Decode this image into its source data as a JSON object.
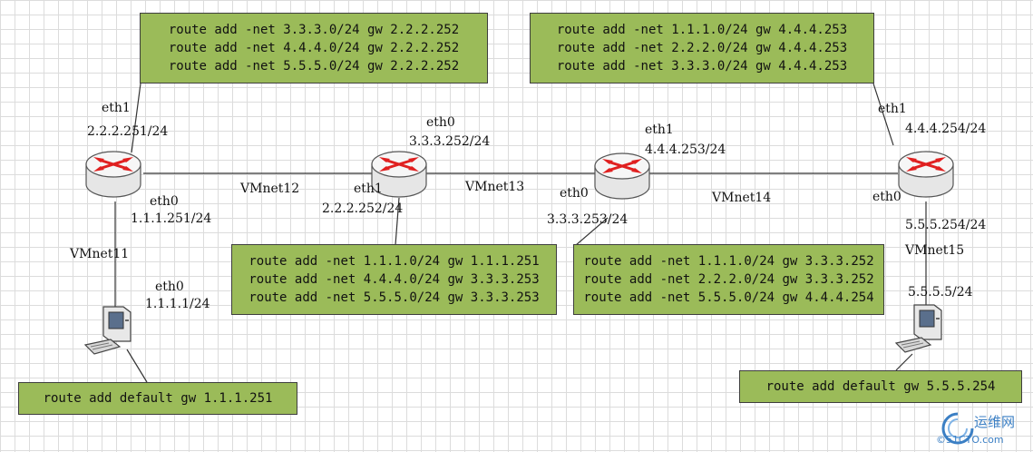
{
  "boxes": {
    "top_left": [
      "route add -net 3.3.3.0/24 gw 2.2.2.252",
      "route add -net 4.4.4.0/24 gw 2.2.2.252",
      "route add -net 5.5.5.0/24 gw 2.2.2.252"
    ],
    "top_right": [
      "route add -net 1.1.1.0/24 gw 4.4.4.253",
      "route add -net 2.2.2.0/24 gw 4.4.4.253",
      "route add -net 3.3.3.0/24 gw 4.4.4.253"
    ],
    "mid_left": [
      "route add -net 1.1.1.0/24 gw 1.1.1.251",
      "route add -net 4.4.4.0/24 gw 3.3.3.253",
      "route add -net 5.5.5.0/24 gw 3.3.3.253"
    ],
    "mid_right": [
      "route add -net 1.1.1.0/24 gw 3.3.3.252",
      "route add -net 2.2.2.0/24 gw 3.3.3.252",
      "route add -net 5.5.5.0/24 gw 4.4.4.254"
    ],
    "bottom_left": [
      "route add default gw 1.1.1.251"
    ],
    "bottom_right": [
      "route add default gw 5.5.5.254"
    ]
  },
  "labels": {
    "r1_eth1": "eth1",
    "r1_eth1_ip": "2.2.2.251/24",
    "r1_eth0": "eth0",
    "r1_eth0_ip": "1.1.1.251/24",
    "vmnet11": "VMnet11",
    "pc1_eth0": "eth0",
    "pc1_ip": "1.1.1.1/24",
    "vmnet12": "VMnet12",
    "r2_eth0": "eth0",
    "r2_eth0_ip": "3.3.3.252/24",
    "r2_eth1": "eth1",
    "r2_eth1_ip": "2.2.2.252/24",
    "vmnet13": "VMnet13",
    "r3_eth1": "eth1",
    "r3_eth1_ip": "4.4.4.253/24",
    "r3_eth0": "eth0",
    "r3_eth0_ip": "3.3.3.253/24",
    "vmnet14": "VMnet14",
    "r4_eth1": "eth1",
    "r4_eth1_ip": "4.4.4.254/24",
    "r4_eth0": "eth0",
    "r4_eth0_ip": "5.5.5.254/24",
    "vmnet15": "VMnet15",
    "pc2_ip": "5.5.5.5/24"
  },
  "watermark": {
    "brand": "运维网",
    "domain": "©51CTO.com"
  },
  "colors": {
    "box_fill": "#9bbb59",
    "router_arrow": "#e02020",
    "watermark": "#3b7fc4"
  },
  "icons": [
    "router-icon",
    "desktop-computer-icon",
    "watermark-logo-icon"
  ]
}
